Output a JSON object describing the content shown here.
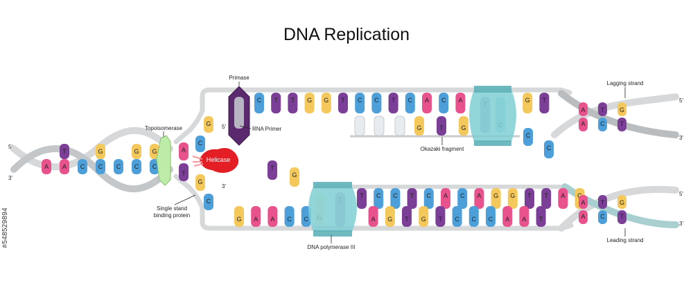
{
  "title": "DNA Replication",
  "watermark": "#548529894",
  "labels": {
    "primase": "Primase",
    "rna_primer": "RNA Primer",
    "topoisomerase": "Topoisomerase",
    "helicase": "Helicase",
    "ssb": [
      "Single stand",
      "binding protein"
    ],
    "okazaki": "Okazaki fragment",
    "polymerase": "DNA polymerase III",
    "lagging": "Lagging strand",
    "leading": "Leading strand"
  },
  "ends": {
    "left_top": "5'",
    "left_bottom": "3'",
    "fork_top": "5'",
    "fork_bottom": "3'",
    "right_top_a": "5'",
    "right_top_b": "3'",
    "right_bottom_a": "5'",
    "right_bottom_b": "3'"
  },
  "colors": {
    "A": "#e8528d",
    "T": "#7b3f98",
    "G": "#f5c85b",
    "C": "#4c9fd9",
    "backbone": "#d6d8da",
    "backbone_dark": "#b6b9bc",
    "polymerase": "#7fcfd4",
    "helicase": "#e31e24",
    "primase": "#5b2a6e",
    "topoisomerase": "#bdeca9"
  },
  "helix_left": {
    "top": [
      "",
      "T",
      "",
      "G",
      "",
      "G",
      "G"
    ],
    "bottom": [
      "A",
      "A",
      "C",
      "C",
      "C",
      "C",
      "C"
    ]
  },
  "fork": {
    "lower": [
      "A",
      "T"
    ],
    "upper_single": [
      "G",
      "C"
    ],
    "lower_single": [
      "G",
      "C"
    ]
  },
  "top_strand": [
    "C",
    "T",
    "T",
    "G",
    "G",
    "T",
    "C",
    "C",
    "T",
    "C",
    "A",
    "C",
    "A",
    "T",
    "G",
    "G",
    "G",
    "T"
  ],
  "okazaki_fragment": [
    "G",
    "T",
    "G"
  ],
  "okazaki_polymerase": [
    "T",
    "C"
  ],
  "free_nucleotides_top": [
    "C",
    "C"
  ],
  "free_nucleotides_mid": [
    "T",
    "G"
  ],
  "bottom_template": [
    "T",
    "C",
    "C",
    "T",
    "C",
    "A",
    "C",
    "A",
    "G",
    "G",
    "T",
    "T",
    "A",
    "G"
  ],
  "bottom_new": [
    "G",
    "A",
    "A",
    "C",
    "C",
    "A",
    "G",
    "G",
    "A",
    "G",
    "T",
    "G",
    "T",
    "C",
    "C",
    "C",
    "A",
    "A",
    "T"
  ],
  "helix_right_top": [
    "A",
    "T",
    "G",
    "A",
    "C",
    "T"
  ],
  "helix_right_bottom": [
    "A",
    "T",
    "G",
    "A",
    "C",
    "T"
  ]
}
